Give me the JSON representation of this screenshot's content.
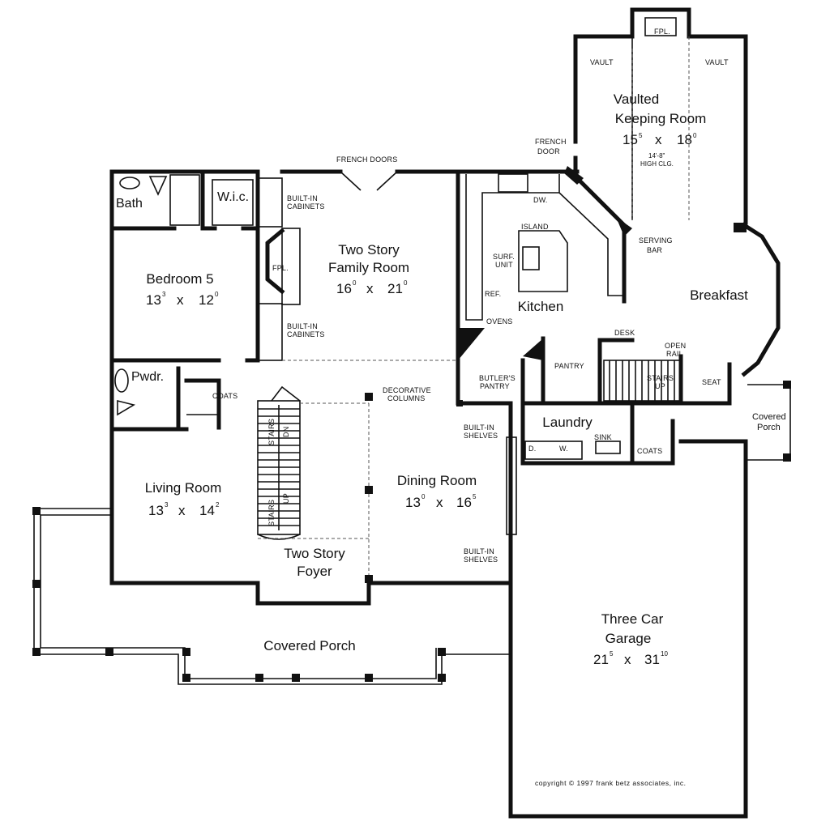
{
  "rooms": {
    "keeping_room": {
      "name_1": "Vaulted",
      "name_2": "Keeping Room",
      "dim_w": "15",
      "dim_w_sup": "5",
      "dim_h": "18",
      "dim_h_sup": "0",
      "note_1": "14'-8\"",
      "note_2": "HIGH CLG."
    },
    "family_room": {
      "name_1": "Two Story",
      "name_2": "Family Room",
      "dim_w": "16",
      "dim_w_sup": "0",
      "dim_h": "21",
      "dim_h_sup": "0"
    },
    "bedroom5": {
      "name": "Bedroom 5",
      "dim_w": "13",
      "dim_w_sup": "3",
      "dim_h": "12",
      "dim_h_sup": "0"
    },
    "bath": {
      "name": "Bath"
    },
    "wic": {
      "name": "W.i.c."
    },
    "kitchen": {
      "name": "Kitchen"
    },
    "breakfast": {
      "name": "Breakfast"
    },
    "pwdr": {
      "name": "Pwdr."
    },
    "living_room": {
      "name": "Living Room",
      "dim_w": "13",
      "dim_w_sup": "3",
      "dim_h": "14",
      "dim_h_sup": "2"
    },
    "dining_room": {
      "name": "Dining Room",
      "dim_w": "13",
      "dim_w_sup": "0",
      "dim_h": "16",
      "dim_h_sup": "5"
    },
    "foyer": {
      "name_1": "Two Story",
      "name_2": "Foyer"
    },
    "laundry": {
      "name": "Laundry"
    },
    "covered_porch_front": {
      "name": "Covered Porch"
    },
    "covered_porch_side": {
      "name_1": "Covered",
      "name_2": "Porch"
    },
    "garage": {
      "name_1": "Three Car",
      "name_2": "Garage",
      "dim_w": "21",
      "dim_w_sup": "5",
      "dim_h": "31",
      "dim_h_sup": "10"
    }
  },
  "x_sep": "x",
  "labels": {
    "fpl_top": "FPL.",
    "vault_left": "VAULT",
    "vault_right": "VAULT",
    "french_door": "FRENCH",
    "french_door_2": "DOOR",
    "french_doors": "FRENCH DOORS",
    "builtin_cab_1": "BUILT-IN",
    "builtin_cab_2": "CABINETS",
    "fpl_family": "FPL.",
    "dw": "DW.",
    "island": "ISLAND",
    "surf_1": "SURF.",
    "surf_2": "UNIT",
    "ref": "REF.",
    "ovens": "OVENS",
    "serving_1": "SERVING",
    "serving_2": "BAR",
    "desk": "DESK",
    "open_rail_1": "OPEN",
    "open_rail_2": "RAIL",
    "pantry": "PANTRY",
    "butlers_1": "BUTLER'S",
    "butlers_2": "PANTRY",
    "stairs_up": "STAIRS",
    "stairs_up_2": "UP",
    "seat": "SEAT",
    "coats": "COATS",
    "coats_2": "COATS",
    "deco_1": "DECORATIVE",
    "deco_2": "COLUMNS",
    "shelves_1": "BUILT-IN",
    "shelves_2": "SHELVES",
    "d": "D.",
    "w": "W.",
    "sink": "SINK",
    "stairs_dn": "STAIRS",
    "stairs_dn_2": "DN",
    "stairs_up_f": "STAIRS",
    "stairs_up_f2": "UP"
  },
  "copyright": "copyright © 1997 frank betz associates, inc."
}
